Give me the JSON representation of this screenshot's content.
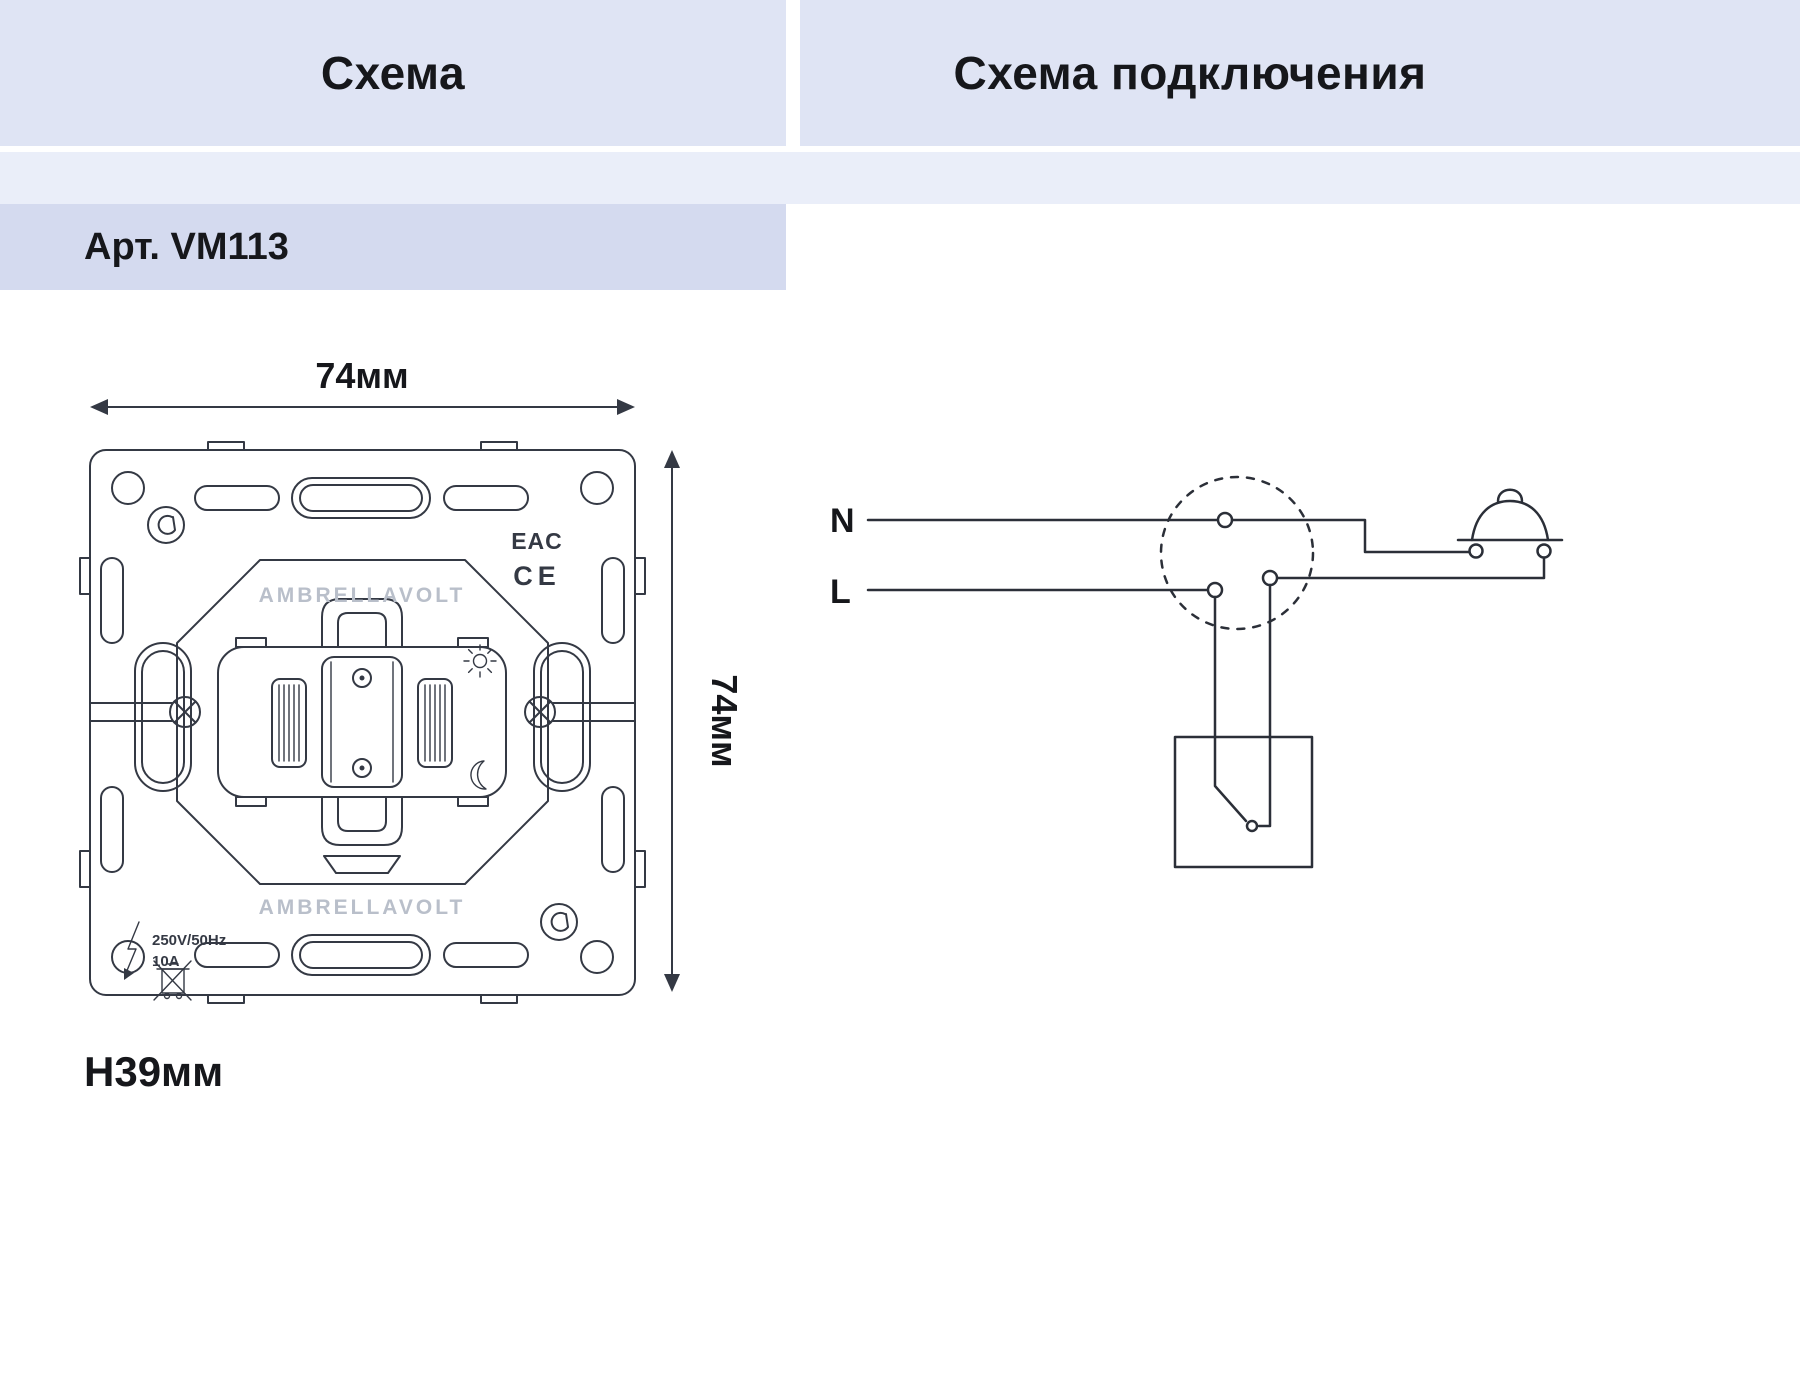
{
  "headers": {
    "left": "Схема",
    "right": "Схема подключения"
  },
  "article": {
    "label": "Арт. VM113"
  },
  "dimensions": {
    "width_label": "74мм",
    "height_label": "74мм",
    "depth_label": "H39мм"
  },
  "mechanism": {
    "brand_top": "AMBRELLAVOLT",
    "brand_bottom": "AMBRELLAVOLT",
    "cert_eac": "EAC",
    "cert_ce": "CE",
    "rating_voltage": "250V/50Hz",
    "rating_current": "10A"
  },
  "wiring": {
    "neutral_label": "N",
    "line_label": "L"
  },
  "colors": {
    "header_band": "#dfe4f4",
    "light_band": "#eaeef9",
    "article_band": "#d4daef",
    "line": "#343944",
    "text": "#16171b"
  }
}
